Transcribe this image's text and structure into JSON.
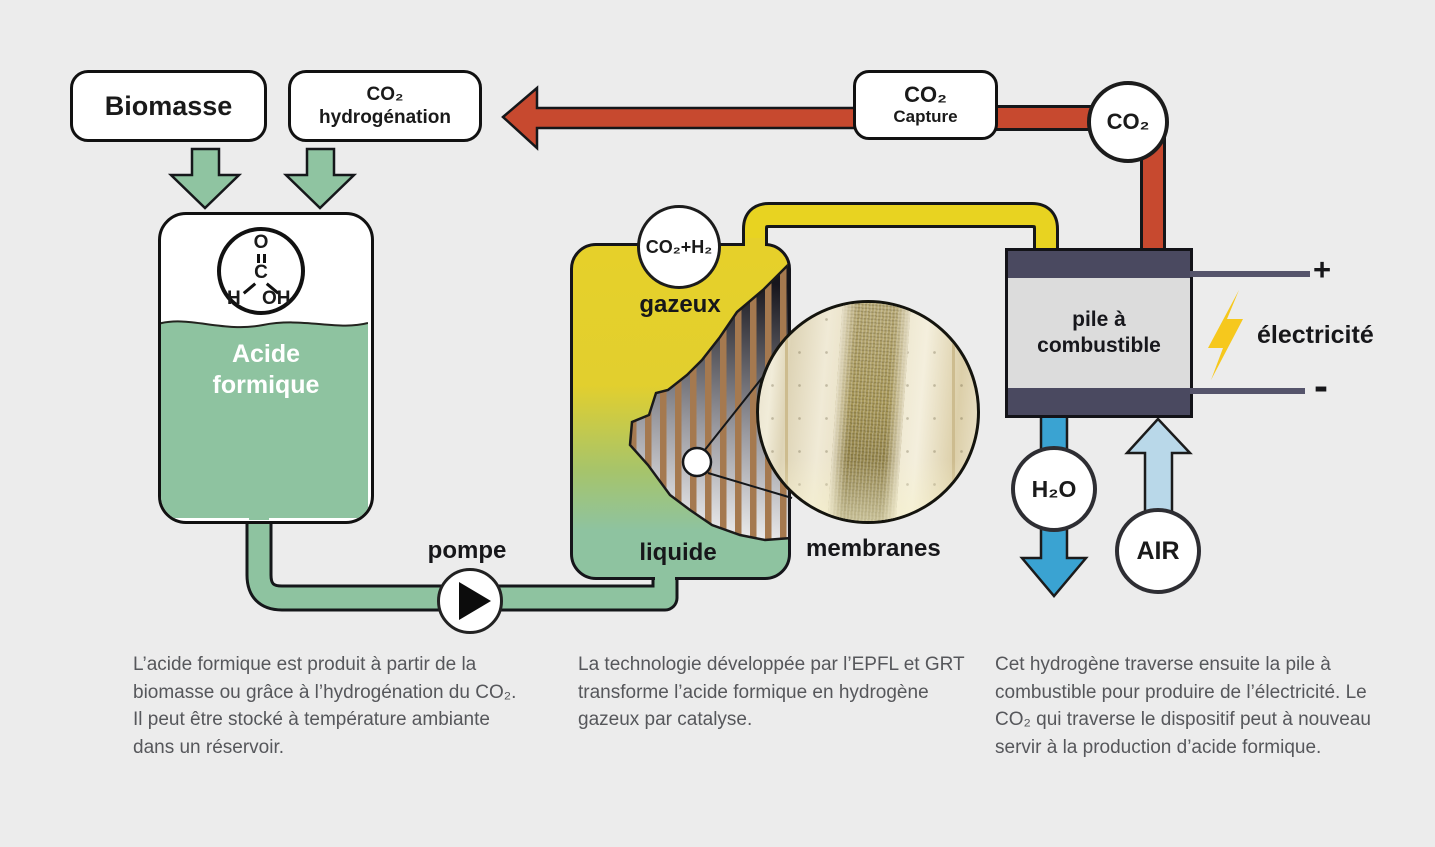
{
  "colors": {
    "background": "#ececec",
    "green": "#8ec3a0",
    "red": "#c7492f",
    "yellow": "#e8d321",
    "blue": "#3aa3d2",
    "light_blue": "#b9d8e9",
    "slate_band": "#4a4960",
    "bolt_yellow": "#f6c81d"
  },
  "boxes": {
    "biomasse": {
      "label": "Biomasse"
    },
    "co2_hydrogenation": {
      "line1": "CO₂",
      "line2": "hydrogénation"
    },
    "co2_capture": {
      "line1": "CO₂",
      "line2": "Capture"
    }
  },
  "circles": {
    "co2": "CO₂",
    "co2_h2": "CO₂+H₂",
    "h2o": "H₂O",
    "air": "AIR"
  },
  "tank": {
    "line1": "Acide",
    "line2": "formique",
    "molecule": {
      "o": "O",
      "c": "C",
      "h": "H",
      "oh": "OH"
    }
  },
  "fuel_cell": {
    "line1": "pile à",
    "line2": "combustible",
    "plus": "+",
    "minus": "-"
  },
  "labels": {
    "gazeux": "gazeux",
    "liquide": "liquide",
    "membranes": "membranes",
    "pompe": "pompe",
    "electricite": "électricité"
  },
  "paragraphs": {
    "left": "L’acide formique est produit à partir de la biomasse ou grâce à l’hydrogénation du CO₂. Il peut être stocké à température ambiante dans un réservoir.",
    "middle": "La technologie développée par l’EPFL et GRT transforme l’acide formique en hydrogène gazeux par catalyse.",
    "right": "Cet hydrogène traverse ensuite la pile à combustible pour produire de l’électricité. Le CO₂ qui traverse le dispositif peut à nouveau servir à la production d’acide formique."
  }
}
